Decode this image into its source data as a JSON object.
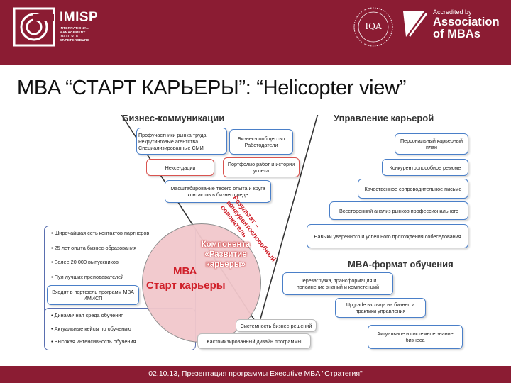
{
  "header": {
    "imisp_title": "IMISP",
    "imisp_subtitle_lines": [
      "INTERNATIONAL",
      "MANAGEMENT",
      "INSTITUTE",
      "ST.PETERSBURG"
    ],
    "iqa_label": "IQA",
    "amba_small": "Accredited by",
    "amba_line1": "Association",
    "amba_line2": "of MBAs",
    "brand_color": "#8b1c33"
  },
  "title": "MBA “СТАРТ КАРЬЕРЫ”: “Helicopter view”",
  "sections": {
    "business": "Бизнес-коммуникации",
    "career": "Управление карьерой",
    "format": "MBA-формат обучения"
  },
  "business_boxes": {
    "prof": [
      "Профучастники рынка труда",
      "Рекрутинговые агентства",
      "Специализированные СМИ"
    ],
    "community": "Бизнес-сообщество Работодатели",
    "newcomers": "Нексе-дации",
    "portfolio": "Портфолио работ и истории успеха",
    "scale": "Масштабирование твоего опыта и круга контактов в бизнес среде"
  },
  "career_boxes": [
    "Персональный карьерный план",
    "Конкурентоспособное резюме",
    "Качественное сопроводительное письмо",
    "Всесторонний анализ рынков профессионального",
    "Навыки уверенного и успешного прохождения собеседования"
  ],
  "left_list": [
    "Широчайшая сеть контактов партнеров",
    "25 лет опыта бизнес-образования",
    "Более 20 000 выпускников",
    "Пул лучших преподавателей"
  ],
  "left_box": "Входят в портфель программ МВА ИМИСП",
  "bottom_list": [
    "Динамичная среда обучения",
    "Актуальные кейсы по обучению",
    "Высокая интенсивность обучения"
  ],
  "format_boxes": {
    "reload": "Перезагрузка, трансформация и пополнение знаний и компетенций",
    "upgrade": "Upgrade взгляда на бизнес и практики управления",
    "actual": "Актуальное и системное знание бизнеса",
    "system": "Системность бизнес-решений",
    "custom": "Кастомизированный дизайн программы"
  },
  "circle": {
    "mba": "МВА",
    "start": "Старт карьеры",
    "components": "Компонента «Развитие карьеры»",
    "curved_1": "Результат –",
    "curved_2": "конкурентоспособный",
    "curved_3": "соискатель"
  },
  "footer": "02.10.13, Презентация программы Executive MBA \"Стратегия\""
}
